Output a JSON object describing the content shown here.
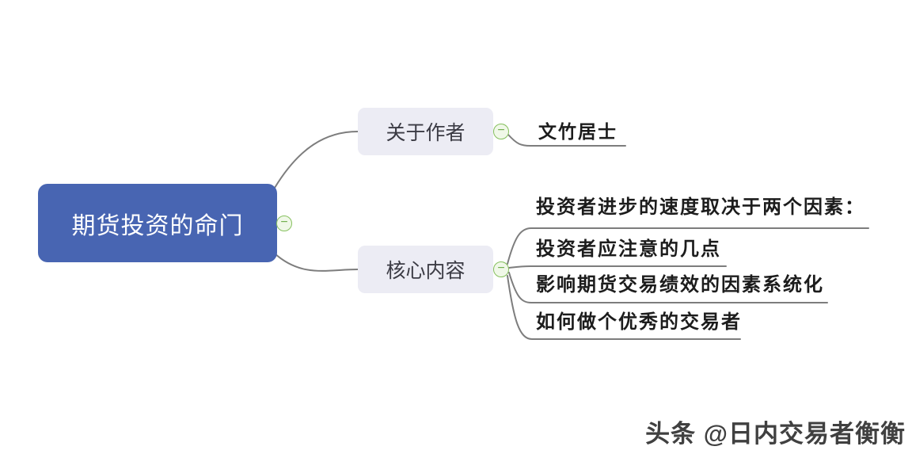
{
  "mindmap": {
    "root": {
      "label": "期货投资的命门"
    },
    "branches": [
      {
        "label": "关于作者",
        "children": [
          {
            "label": "文竹居士"
          }
        ]
      },
      {
        "label": "核心内容",
        "children": [
          {
            "label": "投资者进步的速度取决于两个因素："
          },
          {
            "label": "投资者应注意的几点"
          },
          {
            "label": "影响期货交易绩效的因素系统化"
          },
          {
            "label": "如何做个优秀的交易者"
          }
        ]
      }
    ]
  },
  "icons": {
    "collapse_minus": "−"
  },
  "watermark": {
    "text": "头条 @日内交易者衡衡"
  },
  "colors": {
    "root_bg": "#4865b2",
    "root_text": "#ffffff",
    "branch_bg": "#ececf4",
    "branch_text": "#3b3b44",
    "leaf_text": "#1c1c1c",
    "connector": "#7d7d7d",
    "collapse_border": "#86c05e",
    "collapse_bg": "#f0f8e8",
    "collapse_glyph": "#6fae4c",
    "watermark_text": "#404040"
  }
}
